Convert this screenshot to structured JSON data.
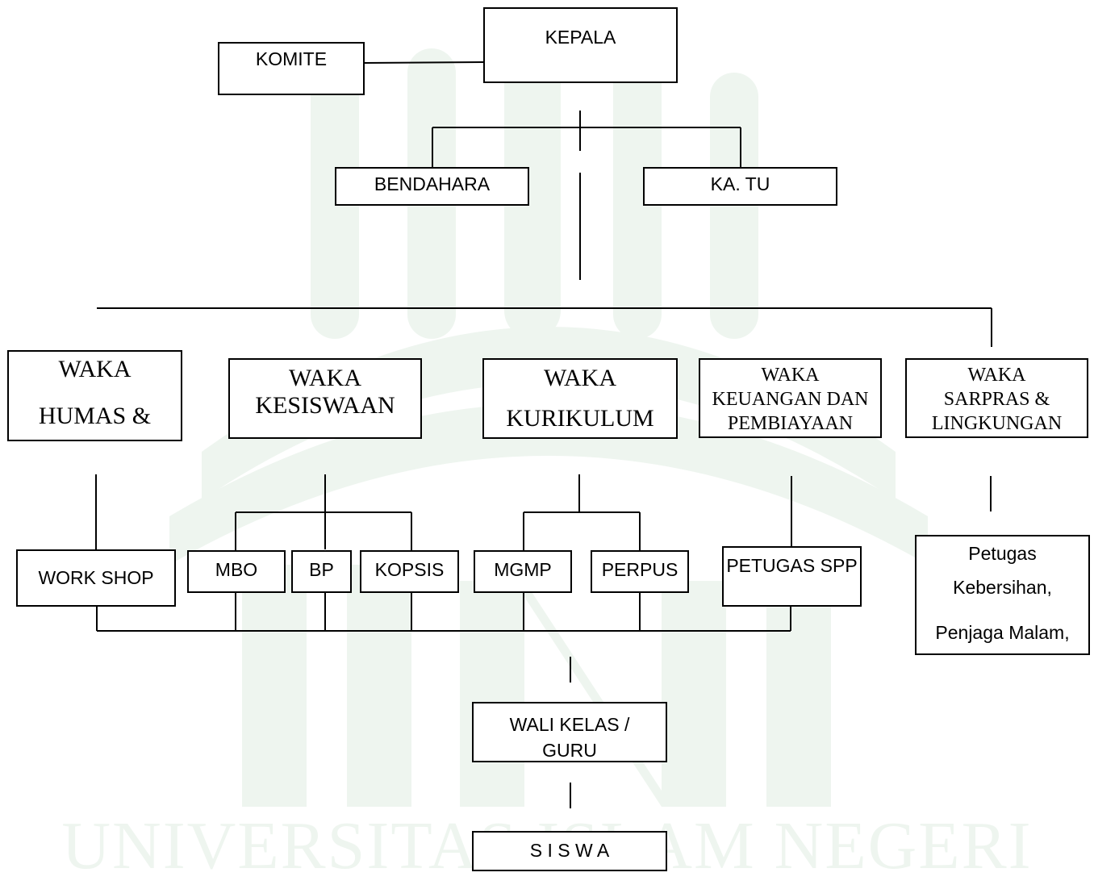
{
  "nodes": {
    "komite": "KOMITE",
    "kepala": "KEPALA",
    "bendahara": "BENDAHARA",
    "ka_tu": "KA. TU",
    "waka_humas": [
      "WAKA",
      "HUMAS &"
    ],
    "waka_kesiswaan": [
      "WAKA",
      "KESISWAAN"
    ],
    "waka_kurikulum": [
      "WAKA",
      "KURIKULUM"
    ],
    "waka_keuangan": [
      "WAKA",
      "KEUANGAN DAN",
      "PEMBIAYAAN"
    ],
    "waka_sarpras": [
      "WAKA",
      "SARPRAS &",
      "LINGKUNGAN"
    ],
    "workshop": "WORK SHOP",
    "mbo": "MBO",
    "bp": "BP",
    "kopsis": "KOPSIS",
    "mgmp": "MGMP",
    "perpus": "PERPUS",
    "petugas_spp": "PETUGAS SPP",
    "petugas_kebersihan": [
      "Petugas",
      "Kebersihan,",
      "Penjaga Malam,"
    ],
    "wali_kelas": [
      "WALI KELAS /",
      "GURU"
    ],
    "siswa": "S I S W A"
  },
  "watermark": {
    "text": "UNIVERSITAS ISLAM NEGERI",
    "color": "#eef5ef"
  }
}
